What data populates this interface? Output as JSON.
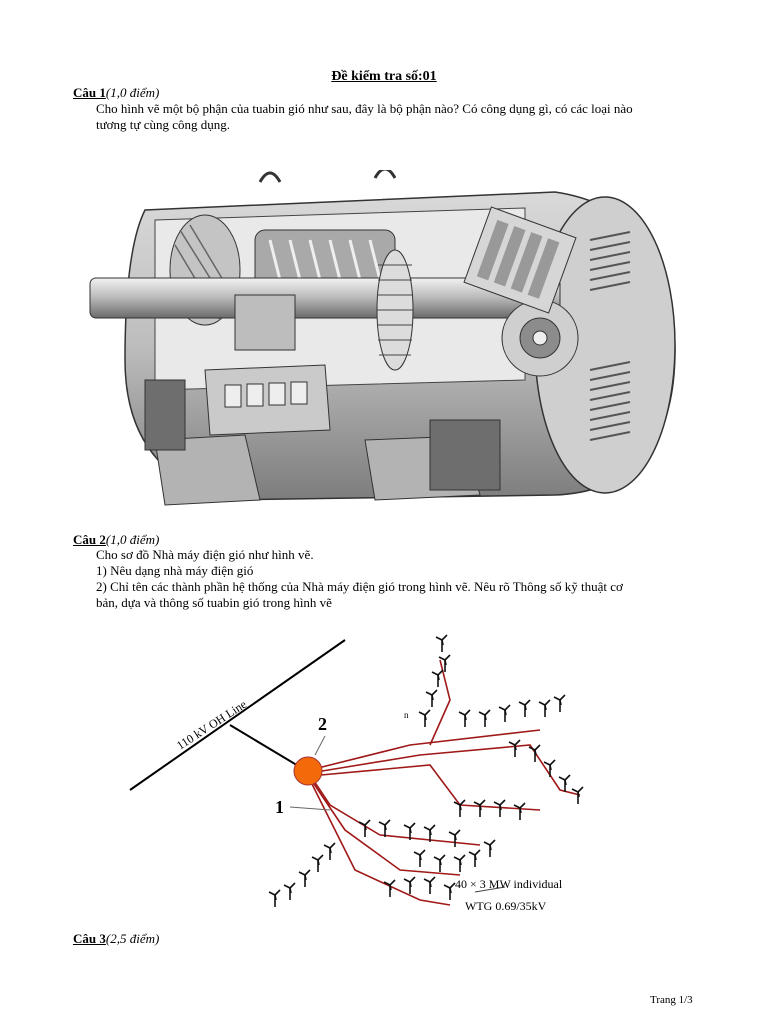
{
  "page": {
    "title": "Đề kiểm tra số:01",
    "footer": "Trang 1/3"
  },
  "q1": {
    "label": "Câu 1",
    "points": "(1,0 điểm)",
    "line1": "Cho hình vẽ một bộ phận của tuabin gió như sau, đây là bộ phận nào? Có công dụng gì, có các loại nào",
    "line2": "tương tự cùng công dụng."
  },
  "q2": {
    "label": "Câu 2",
    "points": "(1,0 điểm)",
    "line1": "Cho sơ đồ Nhà máy điện gió như hình vẽ.",
    "line2": "1) Nêu dạng nhà máy điện gió",
    "line3": "2) Chỉ tên các thành phần hệ thống của Nhà máy điện gió trong hình vẽ. Nêu rõ Thông số kỹ thuật cơ",
    "line4": "bản, dựa và thông số tuabin gió trong hình vẽ"
  },
  "diagram": {
    "line_label": "110 kV OH Line",
    "marker_1": "1",
    "marker_2": "2",
    "small_label": "n",
    "wtg_line1": "40 × 3 MW individual",
    "wtg_line2": "WTG 0.69/35kV",
    "colors": {
      "cable": "#a01818",
      "substation": "#f26a0a"
    }
  },
  "q3": {
    "label": "Câu 3",
    "points": "(2,5 điểm)"
  }
}
